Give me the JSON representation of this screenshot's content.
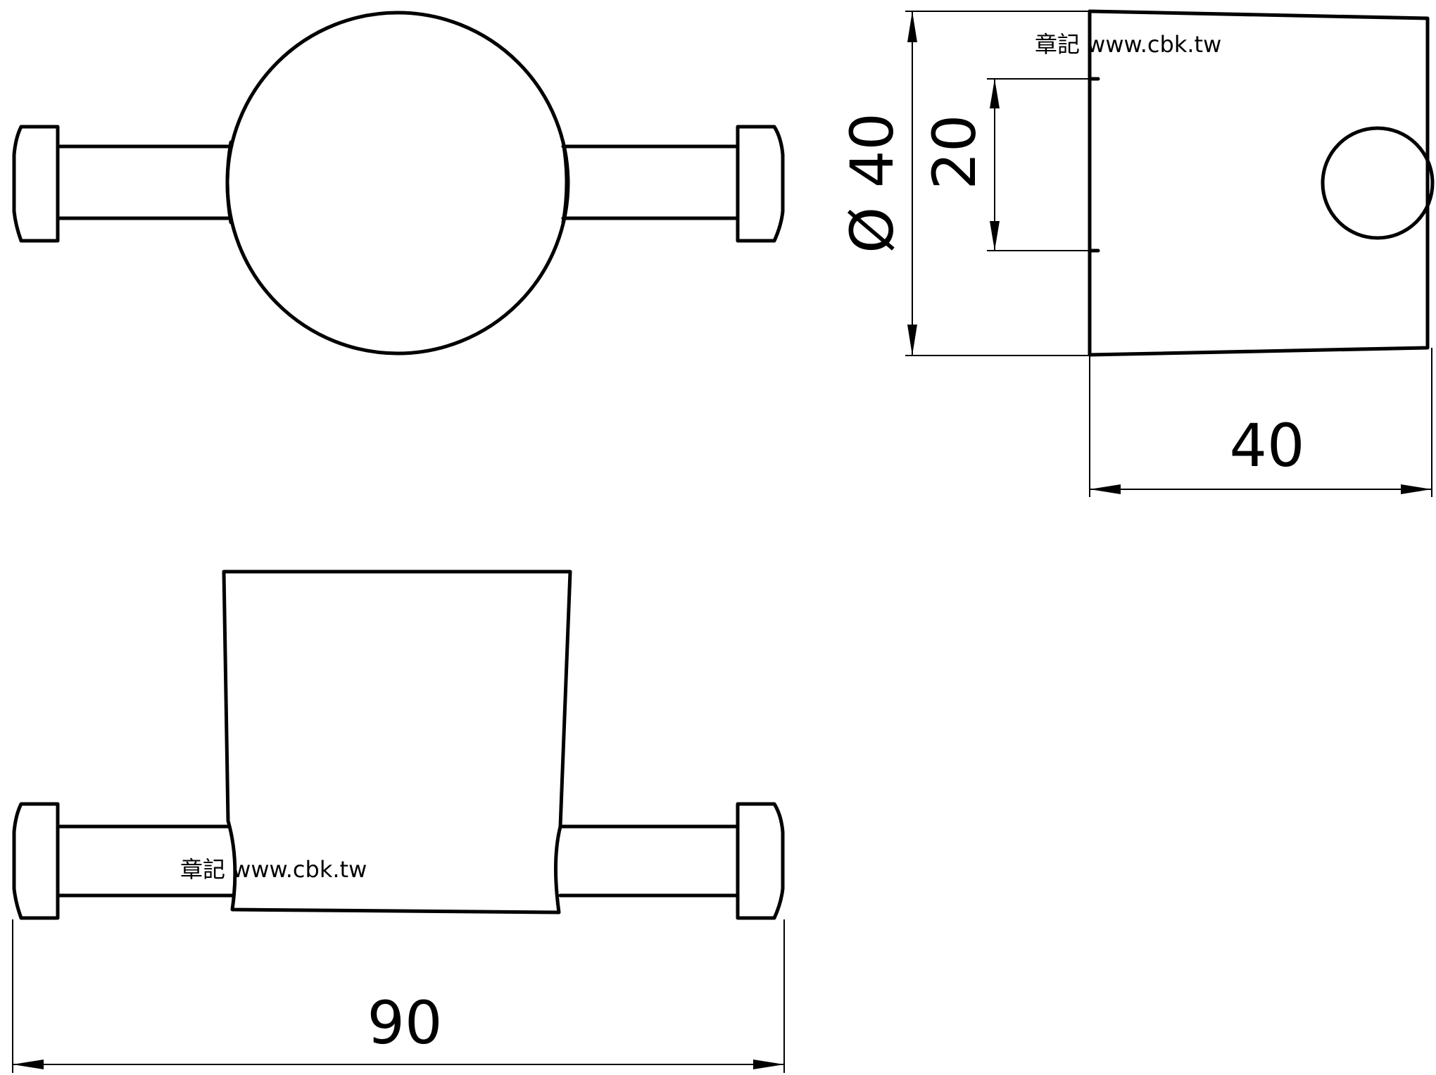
{
  "dimensions": {
    "diameter_label": "Ø 40",
    "inner_height": "20",
    "depth": "40",
    "total_width": "90"
  },
  "watermarks": {
    "top": "章記 www.cbk.tw",
    "bottom": "章記 www.cbk.tw"
  }
}
